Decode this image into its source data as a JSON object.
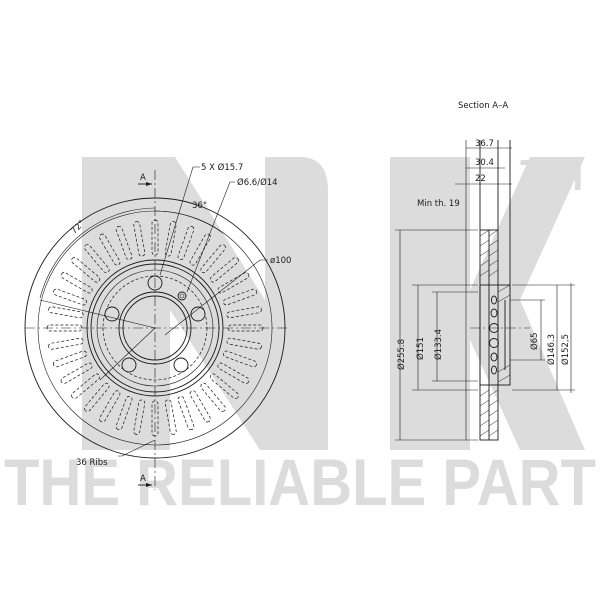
{
  "watermark": {
    "brand": "NK",
    "trademark": "TM",
    "slogan": "THE RELIABLE PART",
    "color": "#dcdcdc"
  },
  "front_view": {
    "section_marker_top": "A",
    "section_marker_bottom": "A",
    "callouts": {
      "bolt_holes": "5 X Ø15.7",
      "threaded_holes": "Ø6.6/Ø14",
      "pcd": "ø100",
      "angle_small": "36°",
      "angle_large": "72°",
      "ribs": "36 Ribs"
    }
  },
  "section_view": {
    "title": "Section A–A",
    "min_thickness": "Min th. 19",
    "widths": {
      "overall": "36.7",
      "middle": "30.4",
      "disc": "22"
    },
    "diameters": {
      "outer": "Ø255.8",
      "d151": "Ø151",
      "d133": "Ø133.4",
      "center_bore": "Ø65",
      "d146": "Ø146.3",
      "d152": "Ø152,5"
    }
  },
  "colors": {
    "line": "#1a1a1a",
    "background": "#ffffff"
  }
}
